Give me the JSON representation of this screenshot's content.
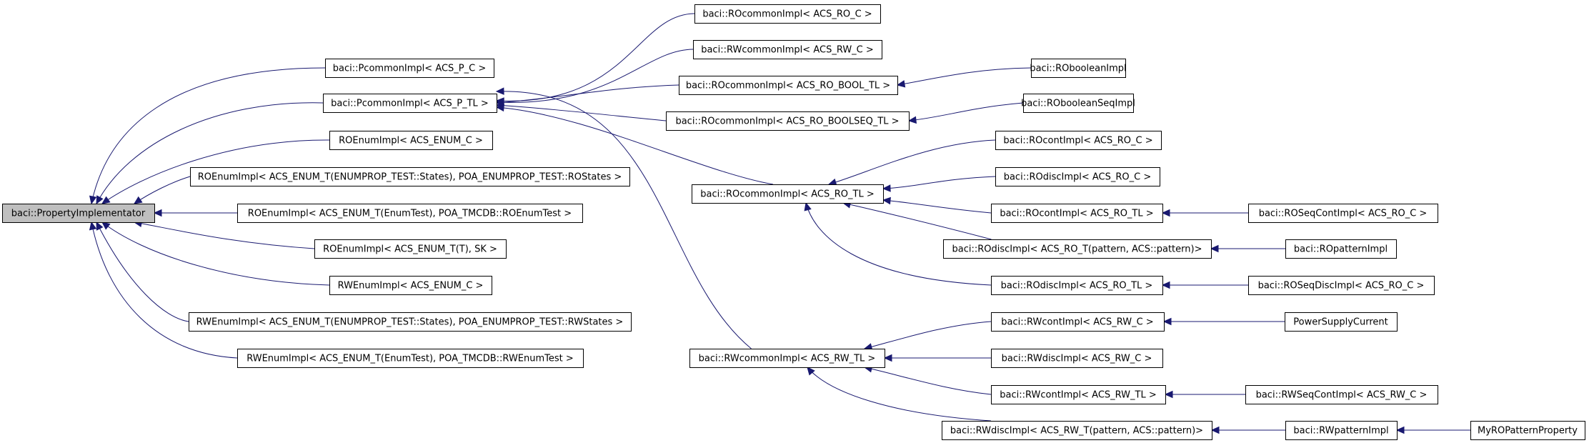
{
  "diagram": {
    "colors": {
      "edge": "#191970",
      "node_border": "#000000",
      "node_fill": "#ffffff",
      "root_fill": "#bfbfbf",
      "background": "#ffffff"
    },
    "nodes": [
      {
        "id": "root",
        "label": "baci::PropertyImplementator",
        "root": true
      },
      {
        "id": "pcommon_p_c",
        "label": "baci::PcommonImpl< ACS_P_C >"
      },
      {
        "id": "pcommon_p_tl",
        "label": "baci::PcommonImpl< ACS_P_TL >"
      },
      {
        "id": "roenum_enum_c",
        "label": "ROEnumImpl< ACS_ENUM_C >"
      },
      {
        "id": "roenum_enumprop",
        "label": "ROEnumImpl< ACS_ENUM_T(ENUMPROP_TEST::States), POA_ENUMPROP_TEST::ROStates >"
      },
      {
        "id": "roenum_tmcdb",
        "label": "ROEnumImpl< ACS_ENUM_T(EnumTest), POA_TMCDB::ROEnumTest >"
      },
      {
        "id": "roenum_t_sk",
        "label": "ROEnumImpl< ACS_ENUM_T(T), SK >"
      },
      {
        "id": "rwenum_enum_c",
        "label": "RWEnumImpl< ACS_ENUM_C >"
      },
      {
        "id": "rwenum_enumprop",
        "label": "RWEnumImpl< ACS_ENUM_T(ENUMPROP_TEST::States), POA_ENUMPROP_TEST::RWStates >"
      },
      {
        "id": "rwenum_tmcdb",
        "label": "RWEnumImpl< ACS_ENUM_T(EnumTest), POA_TMCDB::RWEnumTest >"
      },
      {
        "id": "rocommon_ro_c",
        "label": "baci::ROcommonImpl< ACS_RO_C >"
      },
      {
        "id": "rwcommon_rw_c",
        "label": "baci::RWcommonImpl< ACS_RW_C >"
      },
      {
        "id": "rocommon_bool_tl",
        "label": "baci::ROcommonImpl< ACS_RO_BOOL_TL >"
      },
      {
        "id": "rocommon_boolseq_tl",
        "label": "baci::ROcommonImpl< ACS_RO_BOOLSEQ_TL >"
      },
      {
        "id": "rocommon_ro_tl",
        "label": "baci::ROcommonImpl< ACS_RO_TL >"
      },
      {
        "id": "rwcommon_rw_tl",
        "label": "baci::RWcommonImpl< ACS_RW_TL >"
      },
      {
        "id": "roboolean",
        "label": "baci::RObooleanImpl"
      },
      {
        "id": "robooleanseq",
        "label": "baci::RObooleanSeqImpl"
      },
      {
        "id": "rocont_ro_c",
        "label": "baci::ROcontImpl< ACS_RO_C >"
      },
      {
        "id": "rodisc_ro_c",
        "label": "baci::ROdiscImpl< ACS_RO_C >"
      },
      {
        "id": "rocont_ro_tl",
        "label": "baci::ROcontImpl< ACS_RO_TL >"
      },
      {
        "id": "rodisc_pattern",
        "label": "baci::ROdiscImpl< ACS_RO_T(pattern, ACS::pattern)>"
      },
      {
        "id": "rodisc_ro_tl",
        "label": "baci::ROdiscImpl< ACS_RO_TL >"
      },
      {
        "id": "roseqcont",
        "label": "baci::ROSeqContImpl< ACS_RO_C >"
      },
      {
        "id": "ropattern",
        "label": "baci::ROpatternImpl"
      },
      {
        "id": "roseqdisc",
        "label": "baci::ROSeqDiscImpl< ACS_RO_C >"
      },
      {
        "id": "rwcont_rw_c",
        "label": "baci::RWcontImpl< ACS_RW_C >"
      },
      {
        "id": "rwdisc_rw_c",
        "label": "baci::RWdiscImpl< ACS_RW_C >"
      },
      {
        "id": "rwcont_rw_tl",
        "label": "baci::RWcontImpl< ACS_RW_TL >"
      },
      {
        "id": "rwdisc_pattern",
        "label": "baci::RWdiscImpl< ACS_RW_T(pattern, ACS::pattern)>"
      },
      {
        "id": "powersupply",
        "label": "PowerSupplyCurrent"
      },
      {
        "id": "rwseqcont",
        "label": "baci::RWSeqContImpl< ACS_RW_C >"
      },
      {
        "id": "rwpattern",
        "label": "baci::RWpatternImpl"
      },
      {
        "id": "myropattern",
        "label": "MyROPatternProperty"
      }
    ],
    "edges": [
      {
        "from": "pcommon_p_c",
        "to": "root"
      },
      {
        "from": "pcommon_p_tl",
        "to": "root"
      },
      {
        "from": "roenum_enum_c",
        "to": "root"
      },
      {
        "from": "roenum_enumprop",
        "to": "root"
      },
      {
        "from": "roenum_tmcdb",
        "to": "root"
      },
      {
        "from": "roenum_t_sk",
        "to": "root"
      },
      {
        "from": "rwenum_enum_c",
        "to": "root"
      },
      {
        "from": "rwenum_enumprop",
        "to": "root"
      },
      {
        "from": "rwenum_tmcdb",
        "to": "root"
      },
      {
        "from": "rocommon_ro_c",
        "to": "pcommon_p_tl"
      },
      {
        "from": "rwcommon_rw_c",
        "to": "pcommon_p_tl"
      },
      {
        "from": "rocommon_bool_tl",
        "to": "pcommon_p_tl"
      },
      {
        "from": "rocommon_boolseq_tl",
        "to": "pcommon_p_tl"
      },
      {
        "from": "rocommon_ro_tl",
        "to": "pcommon_p_tl"
      },
      {
        "from": "rwcommon_rw_tl",
        "to": "pcommon_p_tl"
      },
      {
        "from": "roboolean",
        "to": "rocommon_bool_tl"
      },
      {
        "from": "robooleanseq",
        "to": "rocommon_boolseq_tl"
      },
      {
        "from": "rocont_ro_c",
        "to": "rocommon_ro_tl"
      },
      {
        "from": "rodisc_ro_c",
        "to": "rocommon_ro_tl"
      },
      {
        "from": "rocont_ro_tl",
        "to": "rocommon_ro_tl"
      },
      {
        "from": "rodisc_pattern",
        "to": "rocommon_ro_tl"
      },
      {
        "from": "rodisc_ro_tl",
        "to": "rocommon_ro_tl"
      },
      {
        "from": "roseqcont",
        "to": "rocont_ro_tl"
      },
      {
        "from": "ropattern",
        "to": "rodisc_pattern"
      },
      {
        "from": "roseqdisc",
        "to": "rodisc_ro_tl"
      },
      {
        "from": "rwcont_rw_c",
        "to": "rwcommon_rw_tl"
      },
      {
        "from": "rwdisc_rw_c",
        "to": "rwcommon_rw_tl"
      },
      {
        "from": "rwcont_rw_tl",
        "to": "rwcommon_rw_tl"
      },
      {
        "from": "rwdisc_pattern",
        "to": "rwcommon_rw_tl"
      },
      {
        "from": "powersupply",
        "to": "rwcont_rw_c"
      },
      {
        "from": "rwseqcont",
        "to": "rwcont_rw_tl"
      },
      {
        "from": "rwpattern",
        "to": "rwdisc_pattern"
      },
      {
        "from": "myropattern",
        "to": "rwpattern"
      }
    ]
  }
}
